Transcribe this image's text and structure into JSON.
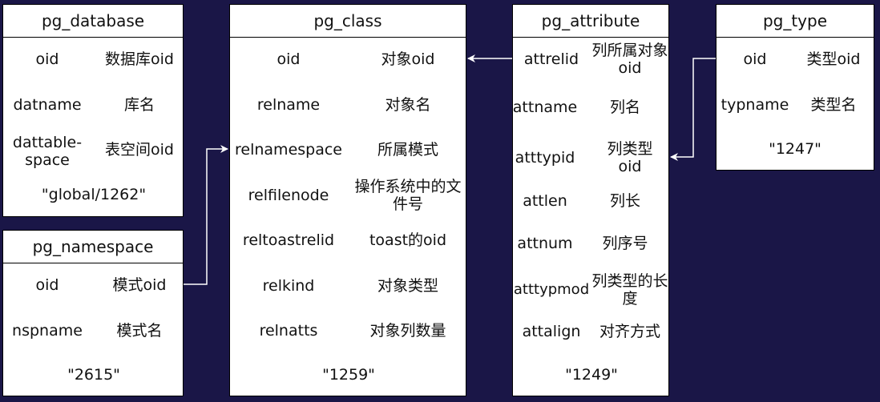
{
  "colors": {
    "background": "#1a1647",
    "box": "#ffffff",
    "line": "#ffffff"
  },
  "tables": {
    "pg_database": {
      "title": "pg_database",
      "rows": [
        {
          "field": "oid",
          "desc": "数据库oid"
        },
        {
          "field": "datname",
          "desc": "库名"
        },
        {
          "field": "dattable-space",
          "desc": "表空间oid"
        }
      ],
      "footer": "\"global/1262\""
    },
    "pg_namespace": {
      "title": "pg_namespace",
      "rows": [
        {
          "field": "oid",
          "desc": "模式oid"
        },
        {
          "field": "nspname",
          "desc": "模式名"
        }
      ],
      "footer": "\"2615\""
    },
    "pg_class": {
      "title": "pg_class",
      "rows": [
        {
          "field": "oid",
          "desc": "对象oid"
        },
        {
          "field": "relname",
          "desc": "对象名"
        },
        {
          "field": "relnamespace",
          "desc": "所属模式"
        },
        {
          "field": "relfilenode",
          "desc": "操作系统中的文件号"
        },
        {
          "field": "reltoastrelid",
          "desc": "toast的oid"
        },
        {
          "field": "relkind",
          "desc": "对象类型"
        },
        {
          "field": "relnatts",
          "desc": "对象列数量"
        }
      ],
      "footer": "\"1259\""
    },
    "pg_attribute": {
      "title": "pg_attribute",
      "rows": [
        {
          "field": "attrelid",
          "desc": "列所属对象oid"
        },
        {
          "field": "attname",
          "desc": "列名"
        },
        {
          "field": "atttypid",
          "desc": "列类型oid"
        },
        {
          "field": "attlen",
          "desc": "列长"
        },
        {
          "field": "attnum",
          "desc": "列序号"
        },
        {
          "field": "atttypmod",
          "desc": "列类型的长度"
        },
        {
          "field": "attalign",
          "desc": "对齐方式"
        }
      ],
      "footer": "\"1249\""
    },
    "pg_type": {
      "title": "pg_type",
      "rows": [
        {
          "field": "oid",
          "desc": "类型oid"
        },
        {
          "field": "typname",
          "desc": "类型名"
        }
      ],
      "footer": "\"1247\""
    }
  }
}
